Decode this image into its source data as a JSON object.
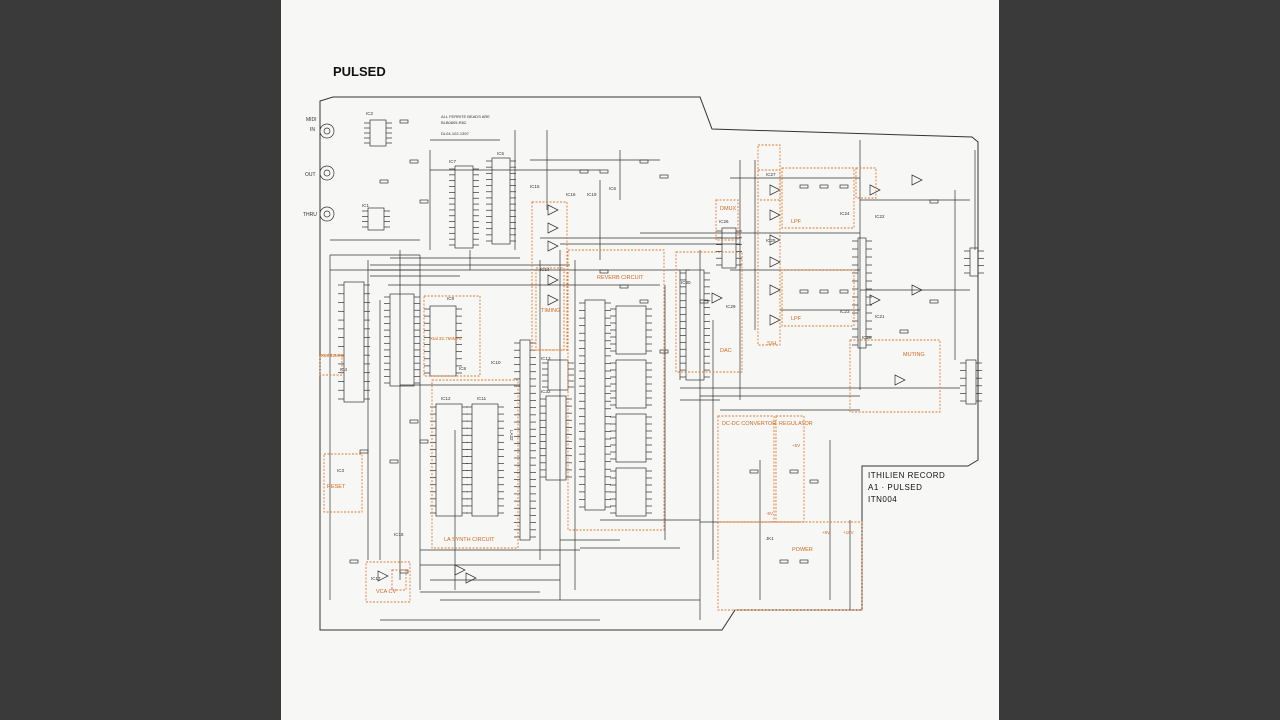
{
  "document": {
    "title": "PULSED",
    "credits": [
      "ITHILIEN RECORD",
      "A1 · PULSED",
      "ITN004"
    ]
  },
  "notes": [
    "ALL FERRITE BEADS ARE",
    "BLB0805-R82.",
    "DL04-102-1397"
  ],
  "connectors": [
    "MIDI",
    "IN",
    "OUT",
    "THRU"
  ],
  "blocks": {
    "reverb": "REVERB CIRCUIT",
    "timing": "TIMING",
    "la_synth": "LA SYNTH CIRCUIT",
    "lpf_top": "LPF",
    "lpf_bottom": "LPF",
    "sh": "S/H",
    "dmux": "DMUX",
    "dac": "DAC",
    "muting": "MUTING",
    "dcdc": "DC-DC CONVERTOR",
    "regulator": "REGULATOR",
    "power": "POWER",
    "reset": "RESET",
    "vca": "VCA CV",
    "xtal1": "Xtal 32.768MHz",
    "xtal2": "Xtal 12MHz"
  },
  "chips": {
    "ic1": "IC1",
    "ic2": "IC2",
    "ic3": "IC3",
    "ic4": "IC4",
    "ic5": "IC5",
    "ic6": "IC6",
    "ic7": "IC7",
    "ic8": "IC8",
    "ic9": "IC9",
    "ic10": "IC10",
    "ic11": "IC11",
    "ic12": "IC12",
    "ic13": "IC13",
    "ic14": "IC14",
    "ic15": "IC15",
    "ic16": "IC16",
    "ic17": "IC17",
    "ic18": "IC18",
    "ic19": "IC19",
    "ic21": "IC21",
    "ic22": "IC22",
    "ic23": "IC23",
    "ic24": "IC24",
    "ic25": "IC25",
    "ic26": "IC26",
    "ic27": "IC27",
    "ic28": "IC28",
    "ic29": "IC29",
    "ic30": "IC30",
    "ic32": "IC32",
    "la32": "LA32",
    "jk1": "JK1"
  },
  "rails": {
    "plus5v": "+5V",
    "minus5v": "-5V",
    "plus9v": "+9V",
    "plus15v": "+15V"
  },
  "colors": {
    "annotation": "#e07a30",
    "ink": "#222222",
    "paper": "#f7f7f5",
    "frame": "#3a3a3a"
  }
}
